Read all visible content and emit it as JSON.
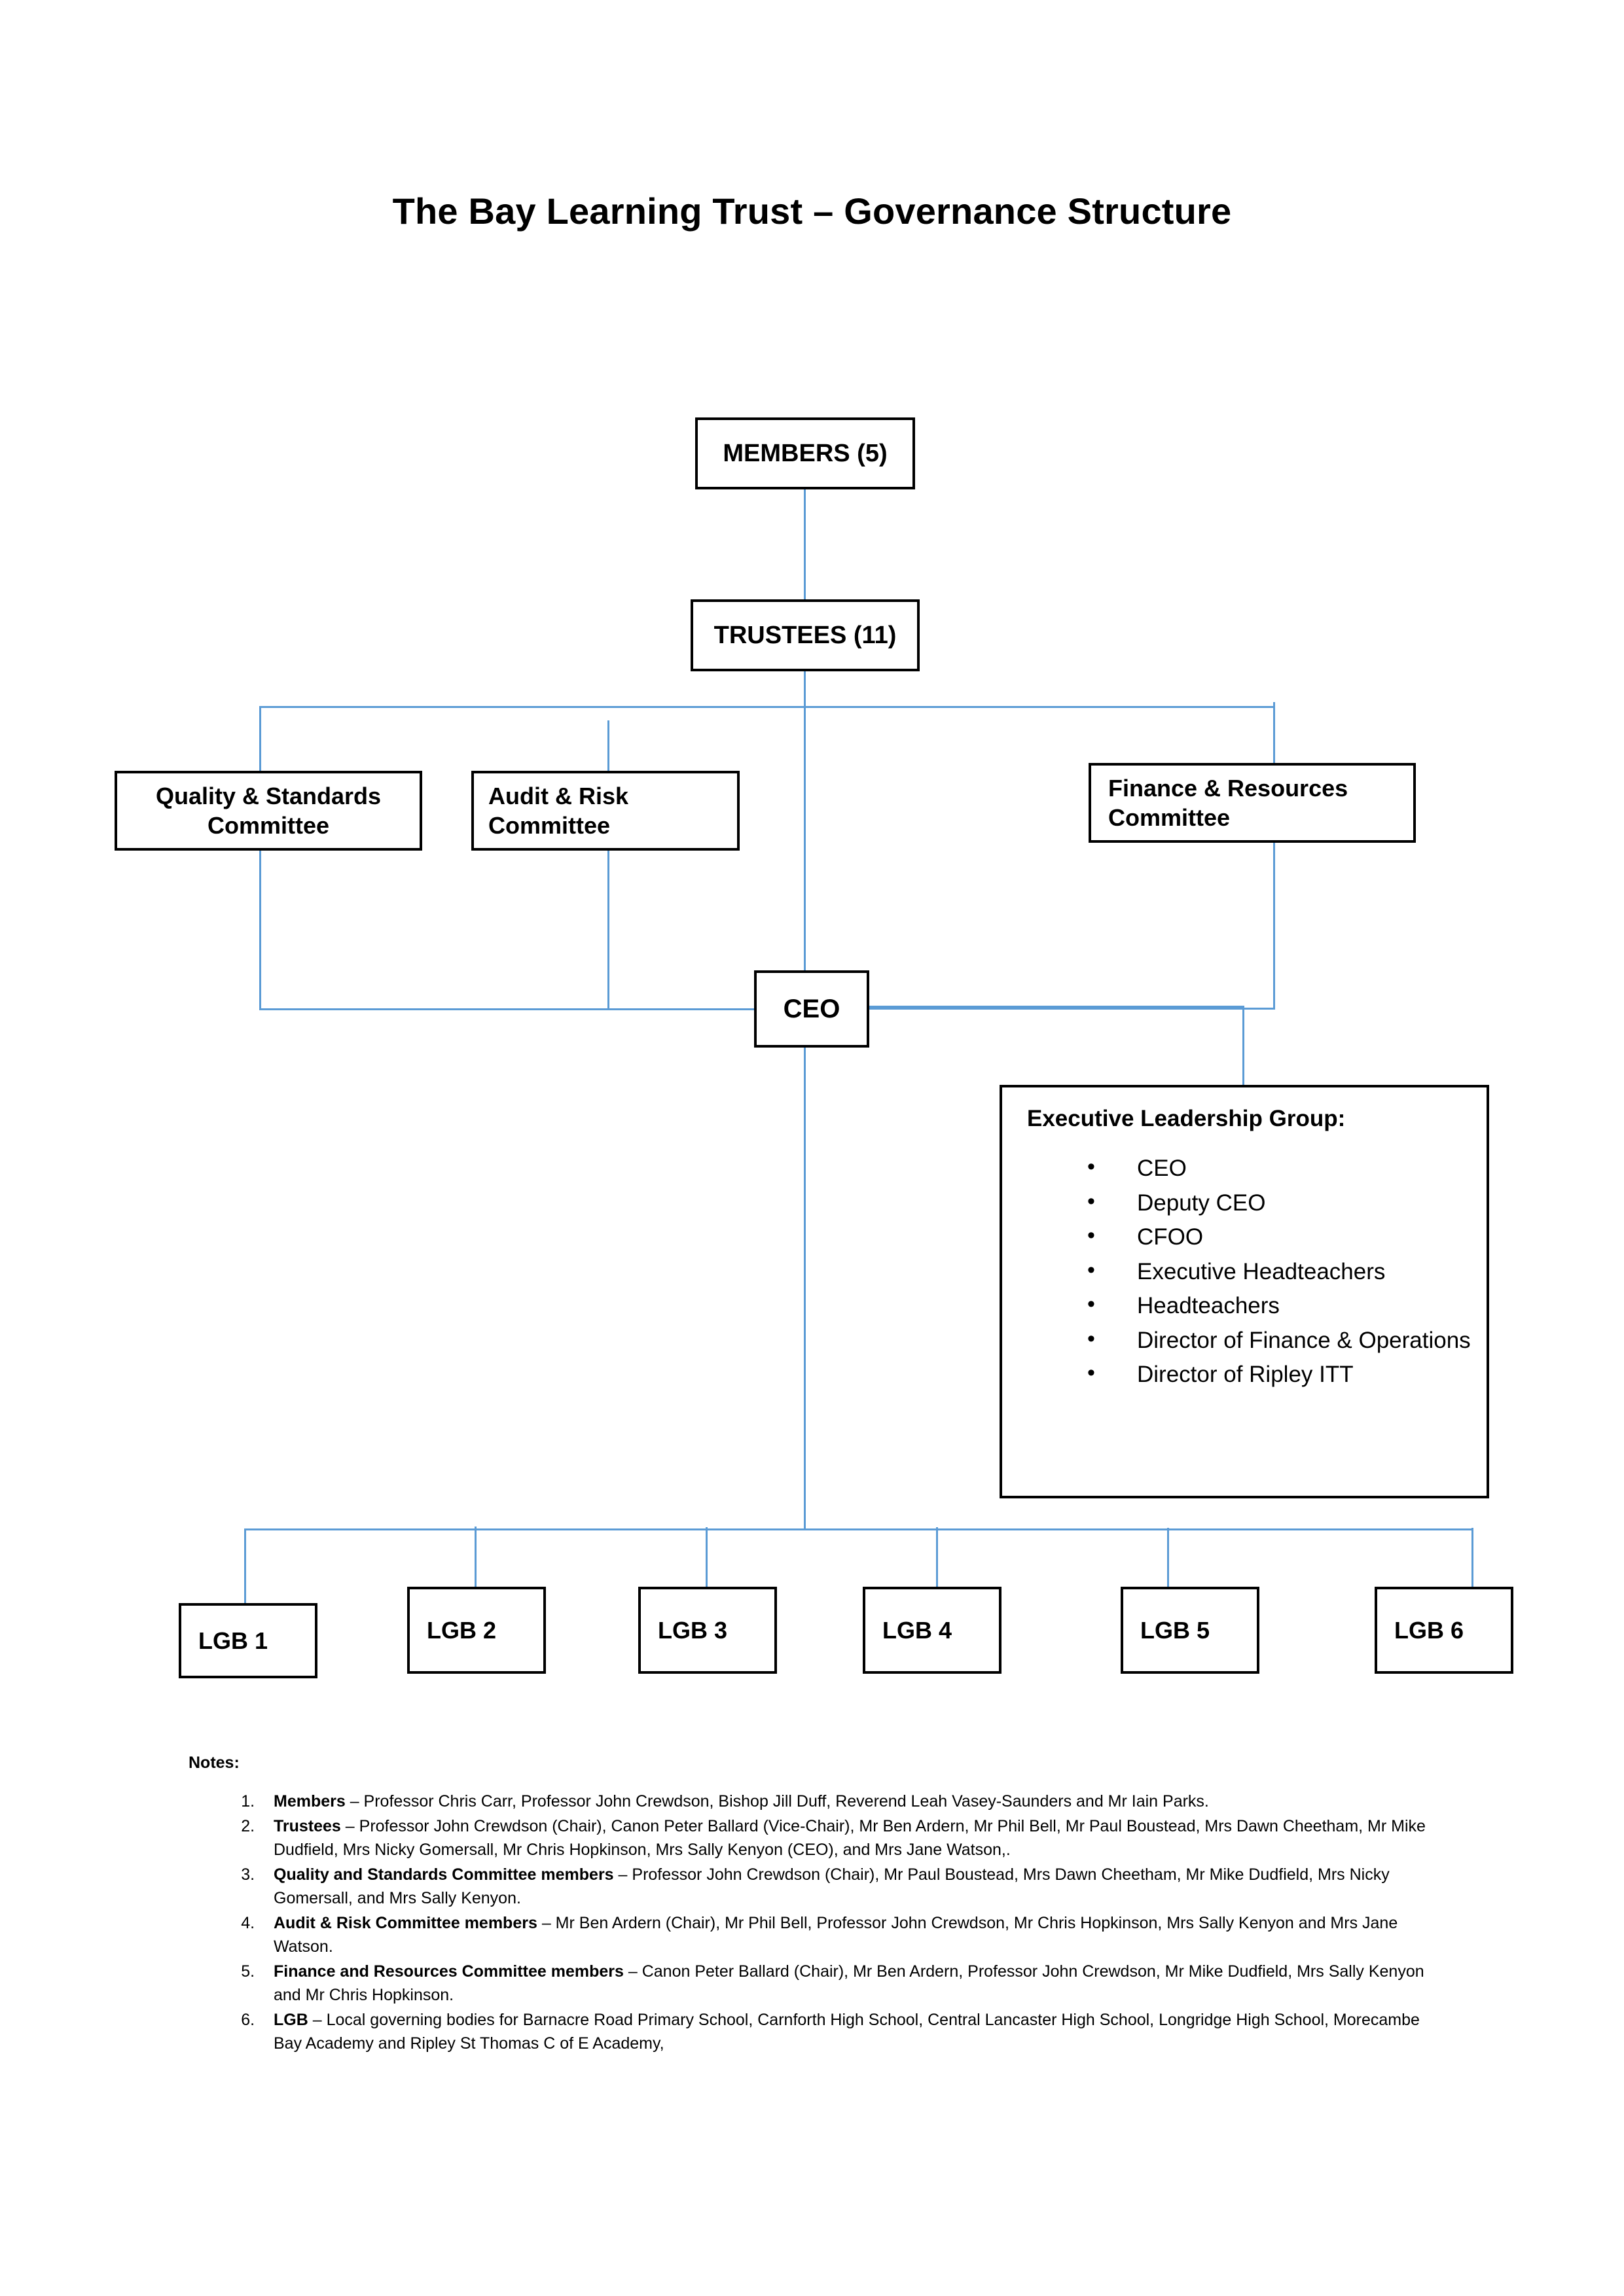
{
  "document": {
    "title": "The Bay Learning Trust – Governance Structure"
  },
  "colors": {
    "connector": "#5B9BD5",
    "box_border": "#000000",
    "text": "#000000",
    "background": "#ffffff"
  },
  "chart_data": {
    "type": "diagram",
    "diagram_kind": "organisational-hierarchy",
    "title": "The Bay Learning Trust – Governance Structure",
    "nodes": [
      {
        "id": "members",
        "label": "MEMBERS (5)",
        "level": 0
      },
      {
        "id": "trustees",
        "label": "TRUSTEES (11)",
        "level": 1
      },
      {
        "id": "quality",
        "label": "Quality & Standards Committee",
        "level": 2
      },
      {
        "id": "audit",
        "label": "Audit & Risk Committee",
        "level": 2
      },
      {
        "id": "finance",
        "label": "Finance & Resources Committee",
        "level": 2
      },
      {
        "id": "ceo",
        "label": "CEO",
        "level": 3
      },
      {
        "id": "elg",
        "label": "Executive Leadership Group:",
        "level": 4
      },
      {
        "id": "lgb1",
        "label": "LGB 1",
        "level": 5
      },
      {
        "id": "lgb2",
        "label": "LGB 2",
        "level": 5
      },
      {
        "id": "lgb3",
        "label": "LGB 3",
        "level": 5
      },
      {
        "id": "lgb4",
        "label": "LGB 4",
        "level": 5
      },
      {
        "id": "lgb5",
        "label": "LGB 5",
        "level": 5
      },
      {
        "id": "lgb6",
        "label": "LGB 6",
        "level": 5
      }
    ],
    "edges": [
      {
        "from": "members",
        "to": "trustees"
      },
      {
        "from": "trustees",
        "to": "quality"
      },
      {
        "from": "trustees",
        "to": "audit"
      },
      {
        "from": "trustees",
        "to": "finance"
      },
      {
        "from": "trustees",
        "to": "ceo"
      },
      {
        "from": "quality",
        "to": "ceo"
      },
      {
        "from": "audit",
        "to": "ceo"
      },
      {
        "from": "finance",
        "to": "ceo"
      },
      {
        "from": "ceo",
        "to": "elg"
      },
      {
        "from": "ceo",
        "to": "lgb1"
      },
      {
        "from": "ceo",
        "to": "lgb2"
      },
      {
        "from": "ceo",
        "to": "lgb3"
      },
      {
        "from": "ceo",
        "to": "lgb4"
      },
      {
        "from": "ceo",
        "to": "lgb5"
      },
      {
        "from": "ceo",
        "to": "lgb6"
      }
    ]
  },
  "boxes": {
    "members": {
      "label": "MEMBERS (5)"
    },
    "trustees": {
      "label": "TRUSTEES (11)"
    },
    "quality": {
      "line1": "Quality & Standards",
      "line2": "Committee"
    },
    "audit": {
      "line1": "Audit & Risk",
      "line2": "Committee"
    },
    "finance": {
      "line1": "Finance & Resources",
      "line2": "Committee"
    },
    "ceo": {
      "label": "CEO"
    },
    "elg": {
      "title": "Executive Leadership Group:",
      "items": [
        "CEO",
        "Deputy CEO",
        "CFOO",
        "Executive Headteachers",
        "Headteachers",
        "Director of Finance & Operations",
        "Director of Ripley ITT"
      ]
    },
    "lgbs": [
      {
        "label": "LGB 1"
      },
      {
        "label": "LGB 2"
      },
      {
        "label": "LGB 3"
      },
      {
        "label": "LGB 4"
      },
      {
        "label": "LGB 5"
      },
      {
        "label": "LGB 6"
      }
    ]
  },
  "notes": {
    "heading": "Notes:",
    "items": [
      {
        "term": "Members",
        "body": " – Professor Chris Carr, Professor John Crewdson, Bishop Jill Duff, Reverend Leah Vasey-Saunders and Mr Iain Parks."
      },
      {
        "term": "Trustees",
        "body": " – Professor John Crewdson (Chair), Canon Peter Ballard (Vice-Chair), Mr Ben Ardern, Mr Phil Bell, Mr Paul Boustead, Mrs Dawn Cheetham, Mr Mike Dudfield, Mrs Nicky Gomersall, Mr Chris Hopkinson, Mrs Sally Kenyon (CEO), and  Mrs Jane Watson,."
      },
      {
        "term": "Quality and Standards Committee members",
        "body": " – Professor John Crewdson (Chair), Mr Paul Boustead, Mrs Dawn Cheetham, Mr Mike Dudfield,  Mrs Nicky Gomersall, and Mrs Sally Kenyon."
      },
      {
        "term": "Audit & Risk Committee members",
        "body": " – Mr Ben Ardern (Chair), Mr Phil Bell, Professor John Crewdson, Mr Chris Hopkinson, Mrs Sally Kenyon and Mrs Jane Watson."
      },
      {
        "term": "Finance and Resources Committee members",
        "body": " – Canon Peter Ballard (Chair), Mr Ben Ardern, Professor John Crewdson, Mr Mike Dudfield, Mrs Sally Kenyon and Mr Chris Hopkinson."
      },
      {
        "term": "LGB",
        "body": " – Local governing bodies for Barnacre Road Primary School, Carnforth High School, Central Lancaster High School, Longridge High School, Morecambe Bay Academy and Ripley St Thomas C of E Academy,"
      }
    ]
  }
}
